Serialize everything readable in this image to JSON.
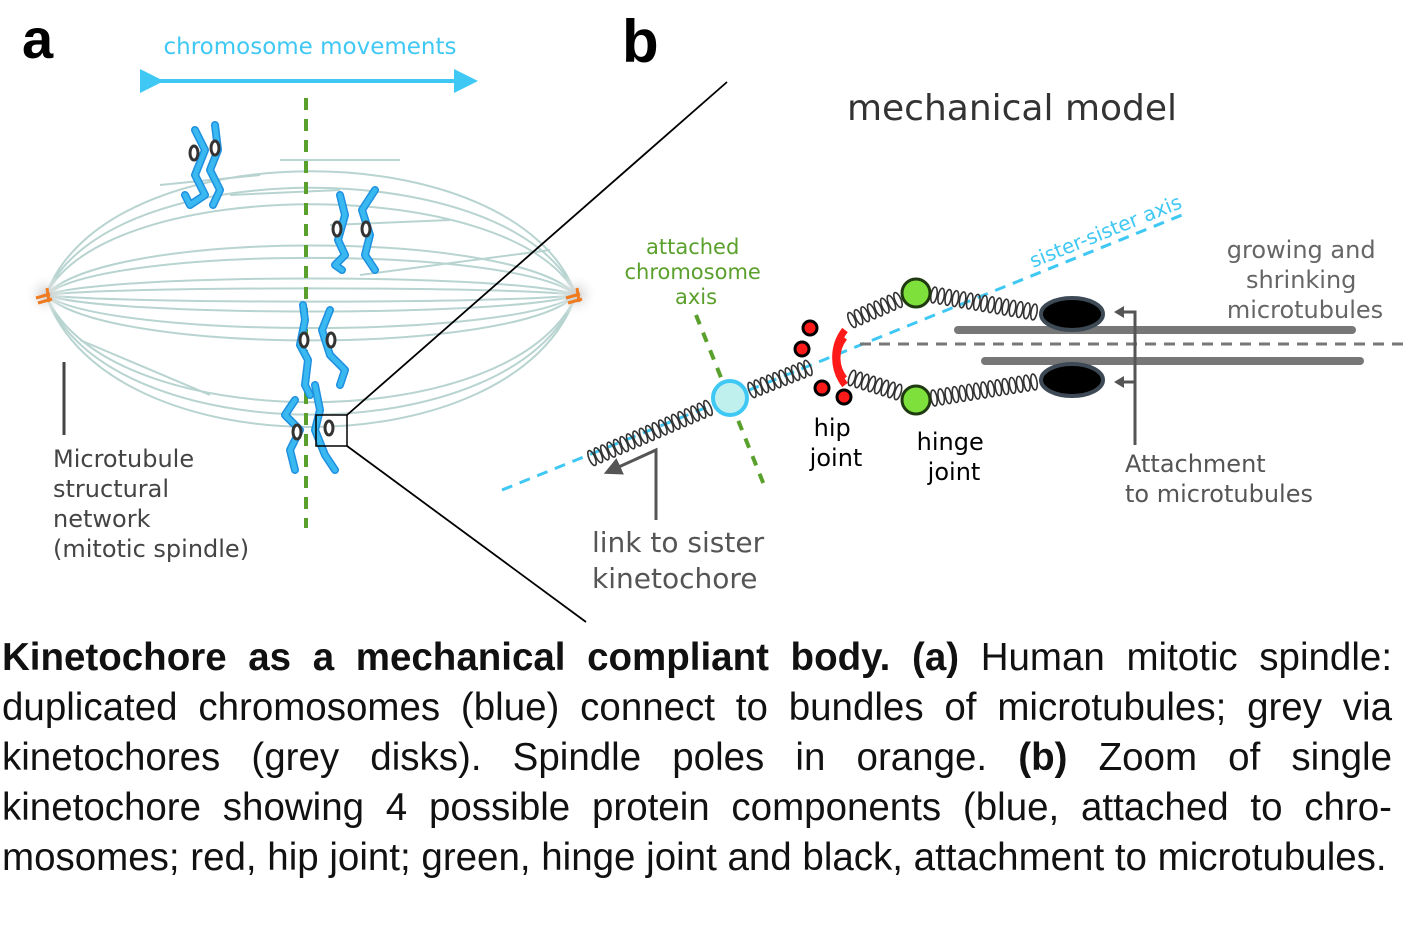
{
  "panel_a": {
    "letter": "a",
    "movement_label": "chromosome movements",
    "network_label": [
      "Microtubule",
      "structural",
      "network",
      "(mitotic spindle)"
    ]
  },
  "panel_b": {
    "letter": "b",
    "title": "mechanical model",
    "axis_label": [
      "attached",
      "chromosome",
      "axis"
    ],
    "sister_axis_label": "sister-sister axis",
    "microtubules_label": [
      "growing and",
      "shrinking",
      "microtubules"
    ],
    "hip_label": [
      "hip",
      "joint"
    ],
    "hinge_label": [
      "hinge",
      "joint"
    ],
    "link_label": [
      "link to sister",
      "kinetochore"
    ],
    "attachment_label": [
      "Attachment",
      "to microtubules"
    ]
  },
  "colors": {
    "chromosome": "#3ab8f0",
    "movement": "#3fc8f4",
    "axis_green": "#5aa02c",
    "hip_red": "#ff1a1a",
    "hinge_green": "#7ee03a",
    "pole_orange": "#f07a20",
    "microtubule": "#b8d4d0"
  },
  "caption": {
    "title": "Kinetochore as a mechanical compliant body.",
    "a_tag": "(a)",
    "a_text": "Human mitotic spindle: duplicated chromosomes (blue) connect to bundles of microtubules; grey via kinetochores (grey disks). Spindle poles in orange.",
    "b_tag": "(b)",
    "b_text": "Zoom of single kinetochore showing 4 possible protein components (blue, attached to chro­mosomes; red, hip joint; green, hinge joint and black, attachment to microtu­bules."
  }
}
